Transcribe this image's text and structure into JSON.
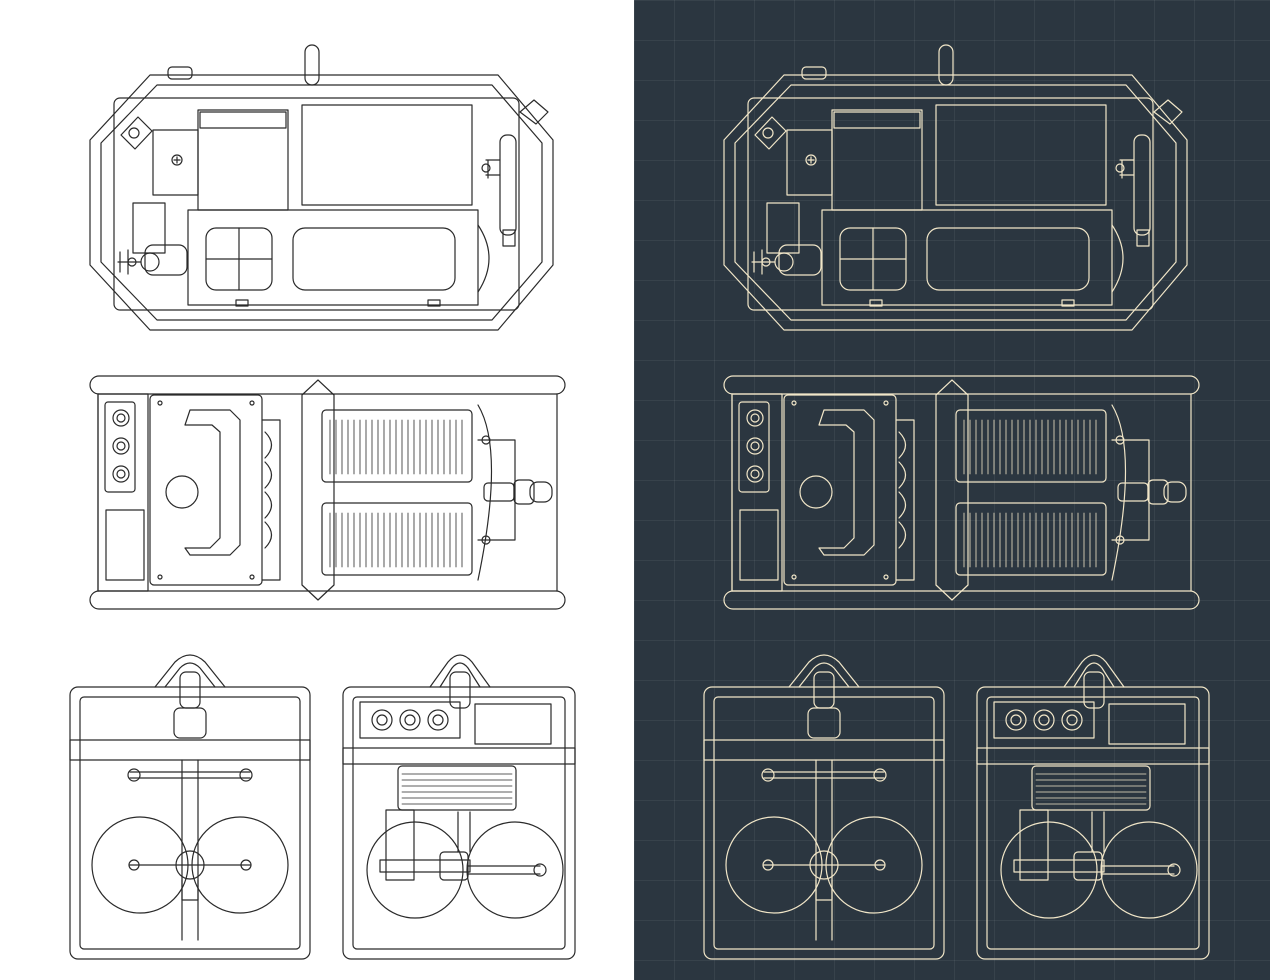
{
  "colors": {
    "light_background": "#ffffff",
    "light_line": "#2a2a2a",
    "dark_background": "#2b3640",
    "dark_line": "#f1e6c8",
    "dark_grid": "#3a4651"
  },
  "views": [
    {
      "id": "top-view"
    },
    {
      "id": "side-view"
    },
    {
      "id": "end-view-left"
    },
    {
      "id": "end-view-right"
    }
  ]
}
